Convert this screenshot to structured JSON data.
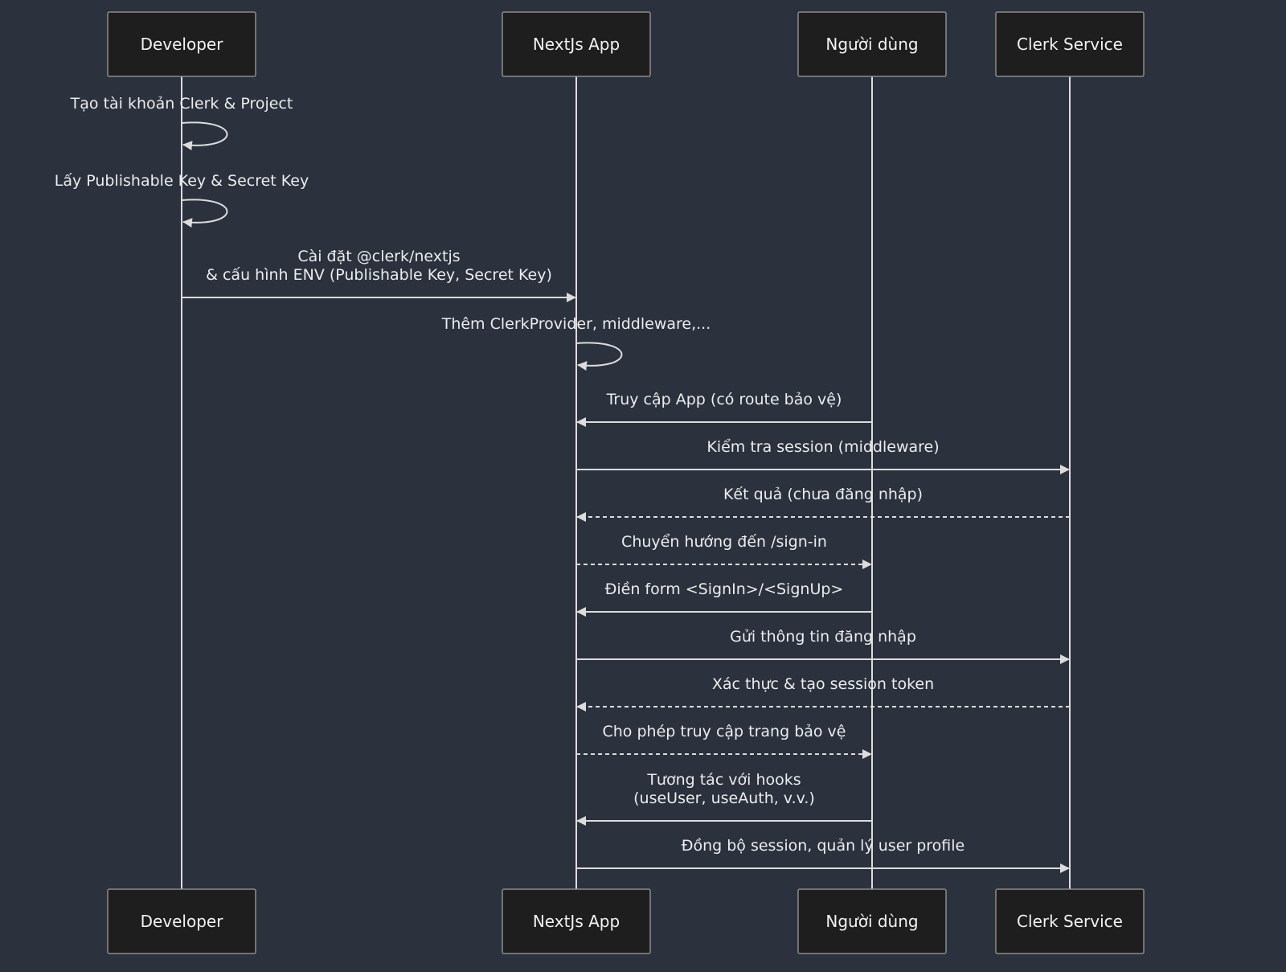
{
  "participants": [
    {
      "id": "dev",
      "label": "Developer"
    },
    {
      "id": "app",
      "label": "NextJs App"
    },
    {
      "id": "user",
      "label": "Người dùng"
    },
    {
      "id": "clerk",
      "label": "Clerk Service"
    }
  ],
  "messages": [
    {
      "from": "dev",
      "to": "dev",
      "style": "solid",
      "lines": [
        "Tạo tài khoản Clerk & Project"
      ]
    },
    {
      "from": "dev",
      "to": "dev",
      "style": "solid",
      "lines": [
        "Lấy Publishable Key & Secret Key"
      ]
    },
    {
      "from": "dev",
      "to": "app",
      "style": "solid",
      "lines": [
        "Cài đặt @clerk/nextjs",
        "& cấu hình ENV (Publishable Key, Secret Key)"
      ]
    },
    {
      "from": "app",
      "to": "app",
      "style": "solid",
      "lines": [
        "Thêm ClerkProvider, middleware,..."
      ]
    },
    {
      "from": "user",
      "to": "app",
      "style": "solid",
      "lines": [
        "Truy cập App (có route bảo vệ)"
      ]
    },
    {
      "from": "app",
      "to": "clerk",
      "style": "solid",
      "lines": [
        "Kiểm tra session (middleware)"
      ]
    },
    {
      "from": "clerk",
      "to": "app",
      "style": "dashed",
      "lines": [
        "Kết quả (chưa đăng nhập)"
      ]
    },
    {
      "from": "app",
      "to": "user",
      "style": "dashed",
      "lines": [
        "Chuyển hướng đến /sign-in"
      ]
    },
    {
      "from": "user",
      "to": "app",
      "style": "solid",
      "lines": [
        "Điền form <SignIn>/<SignUp>"
      ]
    },
    {
      "from": "app",
      "to": "clerk",
      "style": "solid",
      "lines": [
        "Gửi thông tin đăng nhập"
      ]
    },
    {
      "from": "clerk",
      "to": "app",
      "style": "dashed",
      "lines": [
        "Xác thực & tạo session token"
      ]
    },
    {
      "from": "app",
      "to": "user",
      "style": "dashed",
      "lines": [
        "Cho phép truy cập trang bảo vệ"
      ]
    },
    {
      "from": "user",
      "to": "app",
      "style": "solid",
      "lines": [
        "Tương tác với hooks",
        "(useUser, useAuth, v.v.)"
      ]
    },
    {
      "from": "app",
      "to": "clerk",
      "style": "solid",
      "lines": [
        "Đồng bộ session, quản lý user profile"
      ]
    }
  ],
  "colors": {
    "background": "#2b313d",
    "box_fill": "#1e1e1e",
    "box_border": "#8c8c8c",
    "line": "#dcdcdc",
    "text": "#ececec"
  }
}
